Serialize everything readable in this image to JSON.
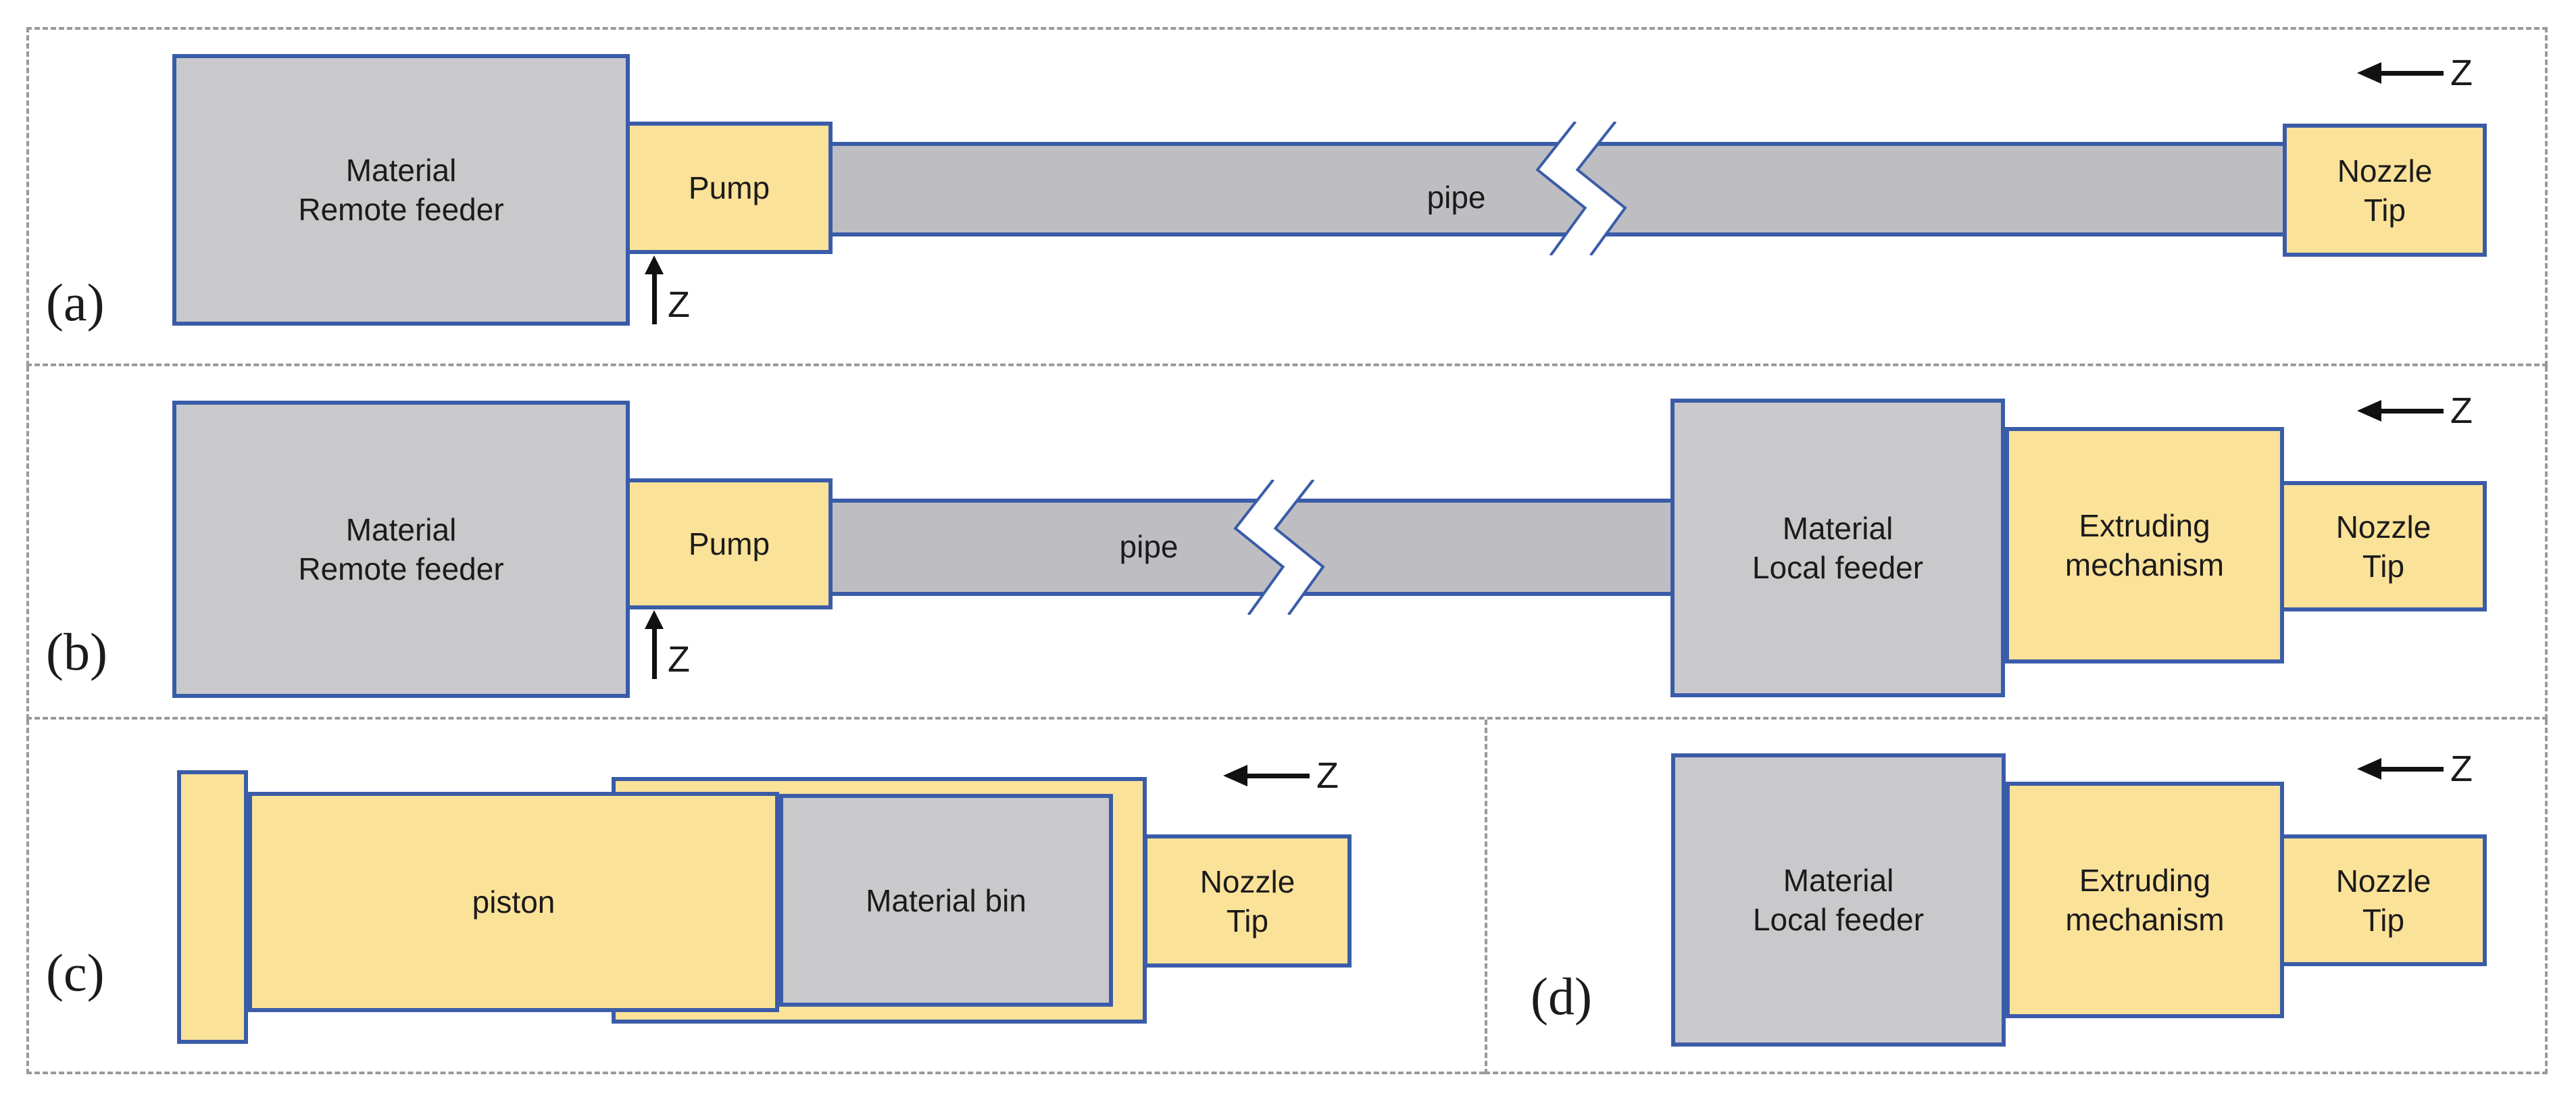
{
  "figure": {
    "panel_a": {
      "label": "(a)",
      "remote_feeder": {
        "line1": "Material",
        "line2": "Remote feeder"
      },
      "pump_label": "Pump",
      "pipe_label": "pipe",
      "nozzle": {
        "line1": "Nozzle",
        "line2": "Tip"
      },
      "z_axis_left": "Z",
      "z_axis_up": "Z"
    },
    "panel_b": {
      "label": "(b)",
      "remote_feeder": {
        "line1": "Material",
        "line2": "Remote feeder"
      },
      "pump_label": "Pump",
      "pipe_label": "pipe",
      "local_feeder": {
        "line1": "Material",
        "line2": "Local feeder"
      },
      "extruding": {
        "line1": "Extruding",
        "line2": "mechanism"
      },
      "nozzle": {
        "line1": "Nozzle",
        "line2": "Tip"
      },
      "z_axis_left": "Z",
      "z_axis_up": "Z"
    },
    "panel_c": {
      "label": "(c)",
      "piston_label": "piston",
      "material_bin_label": "Material bin",
      "nozzle": {
        "line1": "Nozzle",
        "line2": "Tip"
      },
      "z_axis_left": "Z"
    },
    "panel_d": {
      "label": "(d)",
      "local_feeder": {
        "line1": "Material",
        "line2": "Local feeder"
      },
      "extruding": {
        "line1": "Extruding",
        "line2": "mechanism"
      },
      "nozzle": {
        "line1": "Nozzle",
        "line2": "Tip"
      },
      "z_axis_left": "Z"
    }
  },
  "colors": {
    "box_yellow": "#FBE299",
    "box_gray": "#C9C9CC",
    "pipe_gray": "#BEBEC2",
    "border_blue": "#3A5CA8",
    "panel_dash": "#9A9A9A",
    "text": "#1B1B1B",
    "arrow_black": "#111111"
  }
}
